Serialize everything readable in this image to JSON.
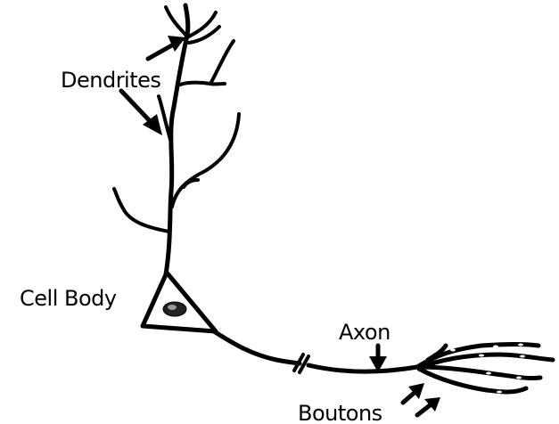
{
  "labels": {
    "dendrites": "Dendrites",
    "cell_body": "Cell Body",
    "axon": "Axon",
    "boutons": "Boutons"
  }
}
